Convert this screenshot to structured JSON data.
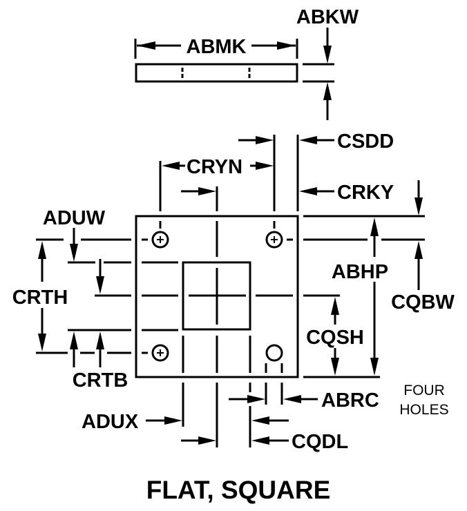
{
  "title": "FLAT, SQUARE",
  "note": {
    "line1": "FOUR",
    "line2": "HOLES"
  },
  "dimensions": {
    "abkw": "ABKW",
    "abmk": "ABMK",
    "csdd": "CSDD",
    "cryn": "CRYN",
    "crky": "CRKY",
    "aduw": "ADUW",
    "abhp": "ABHP",
    "cqbw": "CQBW",
    "crth": "CRTH",
    "cqsh": "CQSH",
    "crtb": "CRTB",
    "abrc": "ABRC",
    "adux": "ADUX",
    "cqdl": "CQDL"
  },
  "colors": {
    "line": "#000000",
    "background": "#ffffff"
  }
}
